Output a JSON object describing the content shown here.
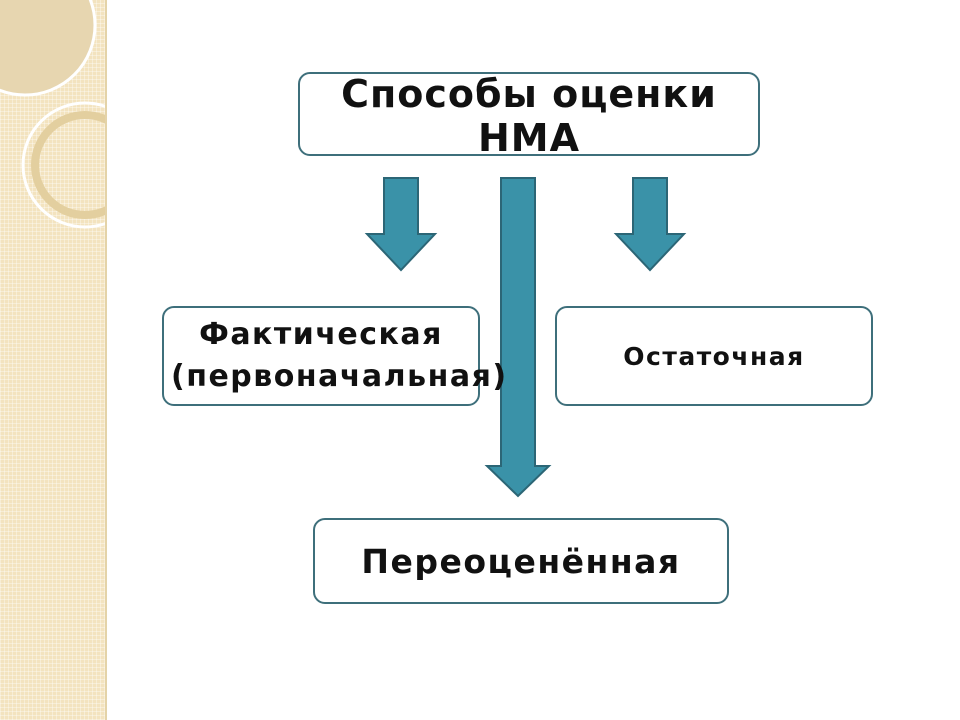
{
  "diagram": {
    "title": "Способы оценки НМА",
    "nodes": [
      {
        "id": "left",
        "label": "Фактическая (первоначальная)"
      },
      {
        "id": "right",
        "label": "Остаточная"
      },
      {
        "id": "bottom",
        "label": "Переоценённая"
      }
    ],
    "edges": [
      {
        "from": "title",
        "to": "left"
      },
      {
        "from": "title",
        "to": "right"
      },
      {
        "from": "title",
        "to": "bottom"
      }
    ]
  },
  "colors": {
    "arrow_fill": "#3a92a8",
    "arrow_stroke": "#2c6676",
    "box_border": "#3e6f7b",
    "sidebar": "#f3e3bf"
  }
}
